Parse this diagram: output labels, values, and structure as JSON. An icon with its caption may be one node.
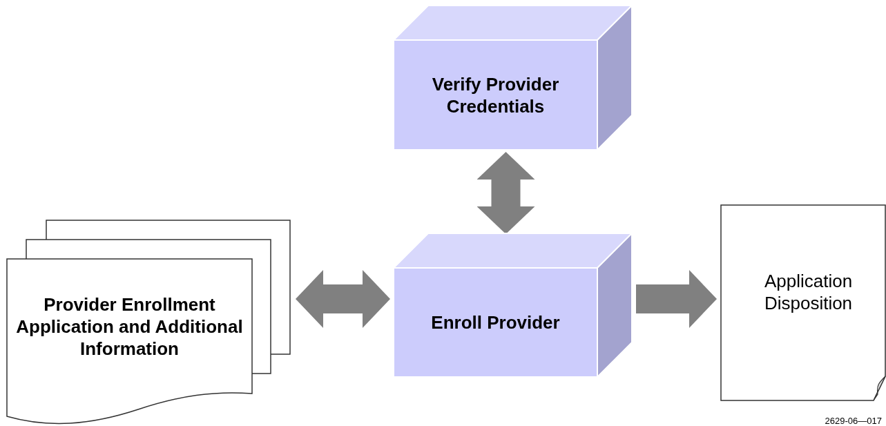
{
  "diagram": {
    "nodes": [
      {
        "text": [
          "Verify Provider Credentials"
        ]
      },
      {
        "text": [
          "Provider Enrollment Application and Additional Information"
        ]
      },
      {
        "text": [
          "Enroll Provider"
        ]
      },
      {
        "text": [
          "Application Disposition"
        ]
      }
    ],
    "edges": [
      {
        "from": 0,
        "to": 2,
        "arrow": "both"
      },
      {
        "from": 1,
        "to": 2,
        "arrow": "both"
      },
      {
        "from": 2,
        "to": 3,
        "arrow": "to"
      }
    ],
    "labels": [
      "2629-06—017"
    ]
  }
}
